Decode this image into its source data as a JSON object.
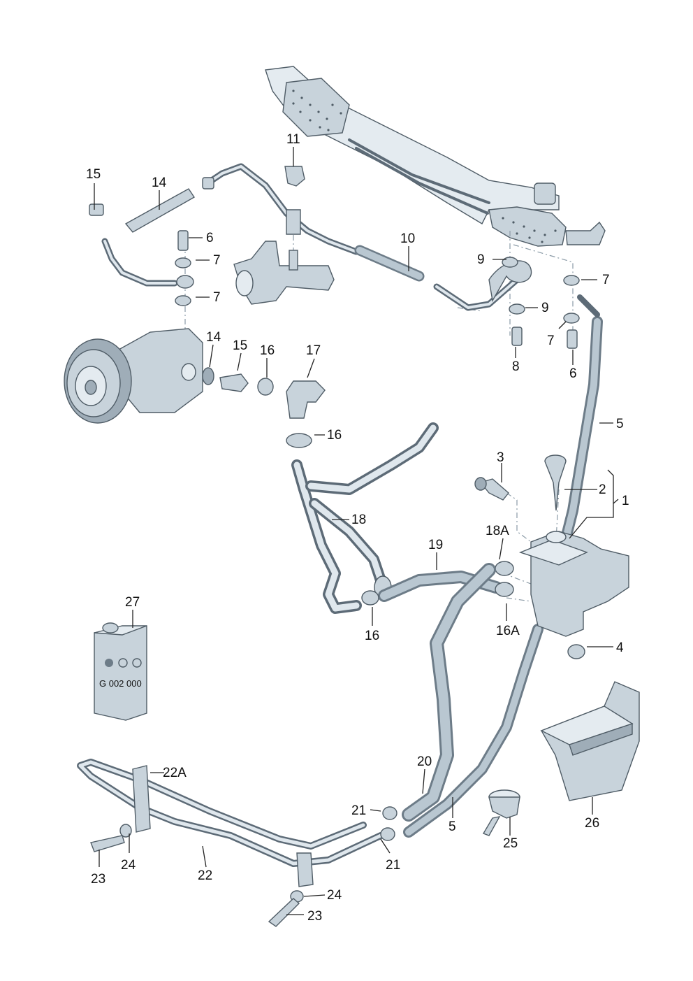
{
  "labels": {
    "l1": "1",
    "l2": "2",
    "l3": "3",
    "l4": "4",
    "l5a": "5",
    "l5b": "5",
    "l6a": "6",
    "l6b": "6",
    "l7a": "7",
    "l7b": "7",
    "l7c": "7",
    "l7d": "7",
    "l8": "8",
    "l9a": "9",
    "l9b": "9",
    "l10": "10",
    "l11": "11",
    "l14a": "14",
    "l14b": "14",
    "l15a": "15",
    "l15b": "15",
    "l16a": "16",
    "l16b": "16",
    "l16c": "16",
    "l16d": "16A",
    "l17": "17",
    "l18": "18",
    "l18a": "18A",
    "l19": "19",
    "l20": "20",
    "l21a": "21",
    "l21b": "21",
    "l22": "22",
    "l22a": "22A",
    "l23a": "23",
    "l23b": "23",
    "l24a": "24",
    "l24b": "24",
    "l25": "25",
    "l26": "26",
    "l27": "27"
  },
  "can": {
    "part_number": "G 002 000"
  },
  "colors": {
    "part_fill": "#c8d3db",
    "outline": "#4f5c66",
    "label": "#111111"
  }
}
